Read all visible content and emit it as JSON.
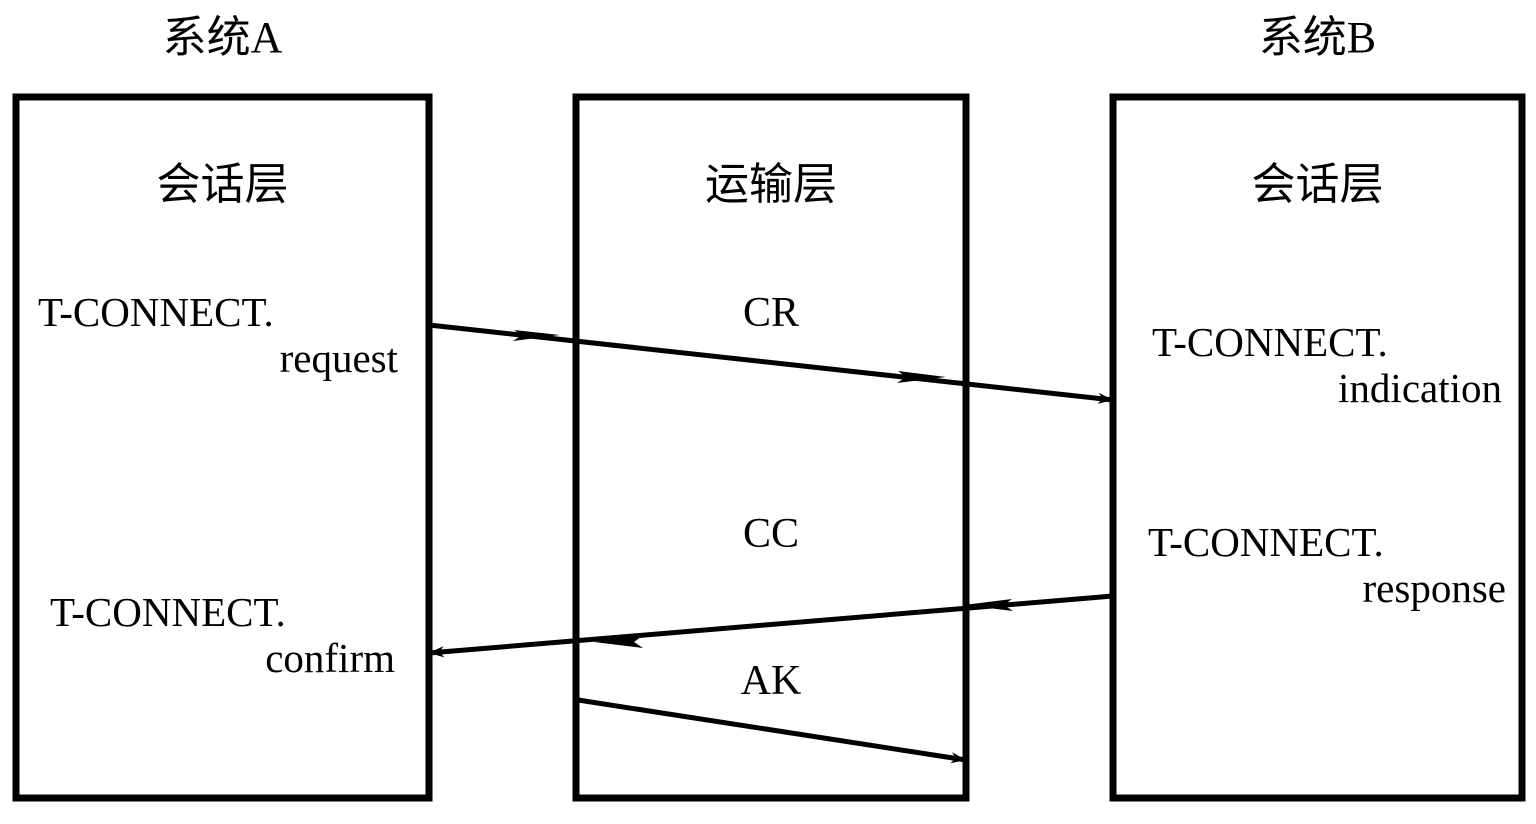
{
  "diagram": {
    "title_left": "系统A",
    "title_right": "系统B",
    "columns": [
      {
        "name": "system-a",
        "header": "系统A",
        "layer_label": "会话层"
      },
      {
        "name": "transport",
        "header": "",
        "layer_label": "运输层"
      },
      {
        "name": "system-b",
        "header": "系统B",
        "layer_label": "会话层"
      }
    ],
    "primitives": {
      "request": {
        "line1": "T-CONNECT.",
        "line2": "request"
      },
      "confirm": {
        "line1": "T-CONNECT.",
        "line2": "confirm"
      },
      "indication": {
        "line1": "T-CONNECT.",
        "line2": "indication"
      },
      "response": {
        "line1": "T-CONNECT.",
        "line2": "response"
      }
    },
    "pdus": [
      {
        "name": "cr",
        "label": "CR"
      },
      {
        "name": "cc",
        "label": "CC"
      },
      {
        "name": "ak",
        "label": "AK"
      }
    ],
    "colors": {
      "stroke": "#000000",
      "background": "#ffffff",
      "text": "#000000"
    }
  }
}
